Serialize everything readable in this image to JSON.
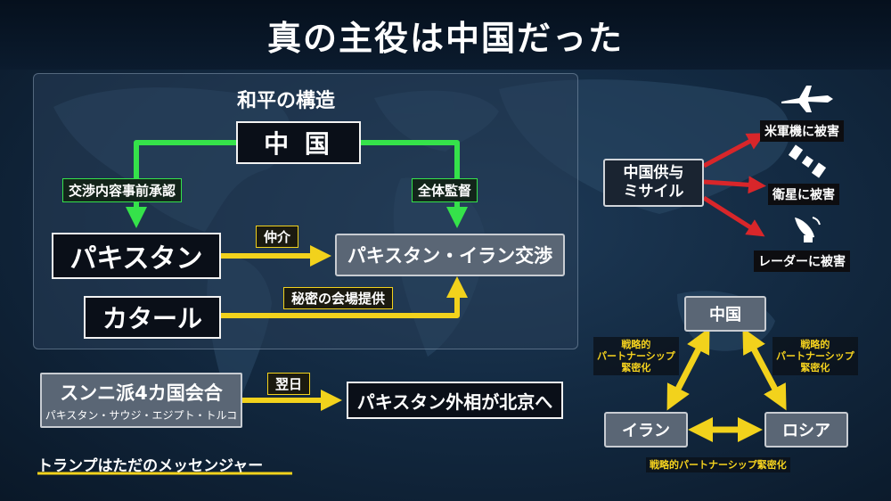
{
  "title": "真の主役は中国だった",
  "peace": {
    "heading": "和平の構造",
    "china": "中 国",
    "pakistan": "パキスタン",
    "qatar": "カタール",
    "talks": "パキスタン・イラン交渉",
    "label_prior_approval": "交渉内容事前承認",
    "label_monitor": "全体監督",
    "label_mediate": "仲介",
    "label_venue": "秘密の会場提供"
  },
  "sunni": {
    "title": "スンニ派4カ国会合",
    "members": "パキスタン・サウジ・エジプト・トルコ",
    "next_day": "翌日",
    "beijing": "パキスタン外相が北京へ"
  },
  "footer_note": "トランプはただのメッセンジャー",
  "missile": {
    "source": "中国供与\nミサイル",
    "target_1": "米軍機に被害",
    "target_2": "衛星に被害",
    "target_3": "レーダーに被害"
  },
  "triangle": {
    "china": "中国",
    "iran": "イラン",
    "russia": "ロシア",
    "left_edge": "戦略的\nパートナーシップ\n緊密化",
    "right_edge": "戦略的\nパートナーシップ\n緊密化",
    "bottom_edge": "戦略的パートナーシップ緊密化"
  },
  "icons": [
    "fighter-jet-icon",
    "satellite-icon",
    "radar-dish-icon"
  ],
  "colors": {
    "green": "#35e24a",
    "yellow": "#f2d21c",
    "red": "#d8262a"
  }
}
